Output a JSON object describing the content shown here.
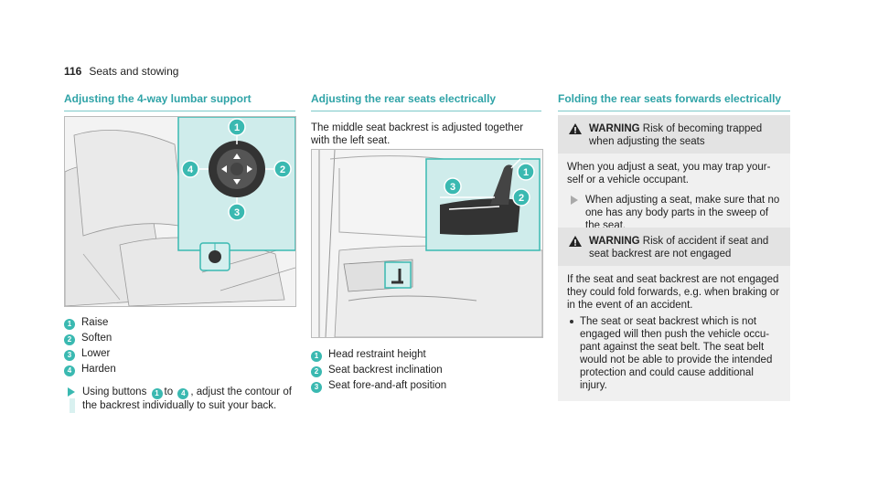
{
  "header": {
    "page_number": "116",
    "section": "Seats and stowing"
  },
  "left": {
    "heading": "Adjusting the 4-way lumbar support",
    "legend": [
      {
        "n": "1",
        "text": "Raise"
      },
      {
        "n": "2",
        "text": "Soften"
      },
      {
        "n": "3",
        "text": "Lower"
      },
      {
        "n": "4",
        "text": "Harden"
      }
    ],
    "action_a": "Using buttons",
    "action_n1": "1",
    "action_to": "to",
    "action_n4": "4",
    "action_b": ", adjust the contour of the backrest individually to suit your back."
  },
  "middle": {
    "heading": "Adjusting the rear seats electrically",
    "intro": "The middle seat backrest is adjusted together with the left seat.",
    "legend": [
      {
        "n": "1",
        "text": "Head restraint height"
      },
      {
        "n": "2",
        "text": "Seat backrest inclination"
      },
      {
        "n": "3",
        "text": "Seat fore-and-aft position"
      }
    ]
  },
  "right": {
    "heading": "Folding the rear seats forwards electrically",
    "warning1": {
      "label": "WARNING",
      "title": "Risk of becoming trapped when adjusting the seats",
      "body": "When you adjust a seat, you may trap your-self or a vehicle occupant.",
      "action": "When adjusting a seat, make sure that no one has any body parts in the sweep of the seat."
    },
    "warning2": {
      "label": "WARNING",
      "title": "Risk of accident if seat and seat backrest are not engaged",
      "body": "If the seat and seat backrest are not engaged they could fold forwards, e.g. when braking or in the event of an accident.",
      "bullet": "The seat or seat backrest which is not engaged will then push the vehicle occu-pant against the seat belt. The seat belt would not be able to provide the intended protection and could cause additional injury."
    }
  },
  "colors": {
    "accent": "#3ab9b1",
    "heading": "#2fa3a7"
  }
}
